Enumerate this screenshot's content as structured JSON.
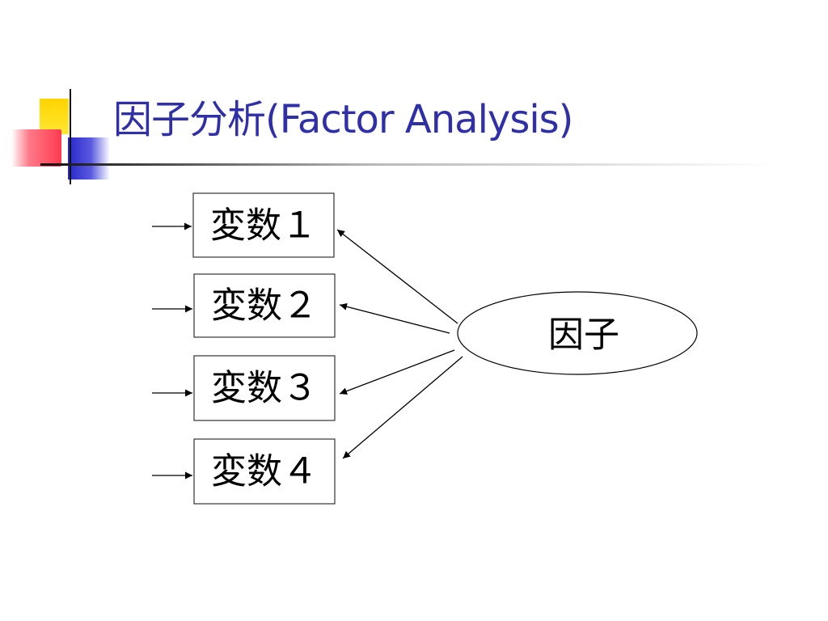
{
  "slide": {
    "title": "因子分析(Factor Analysis)"
  },
  "colors": {
    "title": "#2f2fa8",
    "accent_yellow": "#ffd400",
    "accent_red": "#ff3b4e",
    "accent_blue": "#2727c8",
    "stroke": "#000000"
  },
  "diagram": {
    "variables": [
      {
        "label": "変数１"
      },
      {
        "label": "変数２"
      },
      {
        "label": "変数３"
      },
      {
        "label": "変数４"
      }
    ],
    "factor": {
      "label": "因子"
    }
  }
}
